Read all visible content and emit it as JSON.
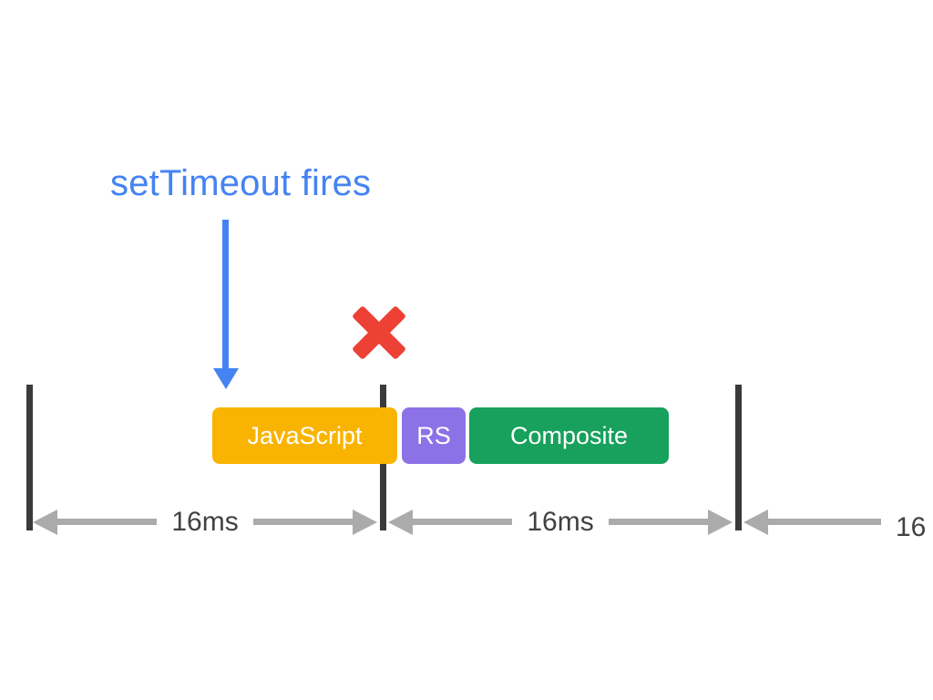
{
  "diagram": {
    "annotation_label": "setTimeout fires",
    "blocks": [
      {
        "label": "JavaScript",
        "color": "#F8B401"
      },
      {
        "label": "RS",
        "color": "#8C72E6"
      },
      {
        "label": "Composite",
        "color": "#17A15C"
      }
    ],
    "frame_durations": [
      "16ms",
      "16ms",
      "16"
    ],
    "colors": {
      "annotation_blue": "#4583F2",
      "dropped_frame_red": "#EC4134",
      "frame_tick_dark": "#3A3A3A",
      "duration_arrow_gray": "#ABABAB",
      "duration_text_gray": "#414141",
      "block_text_white": "#FFFFFF"
    }
  }
}
